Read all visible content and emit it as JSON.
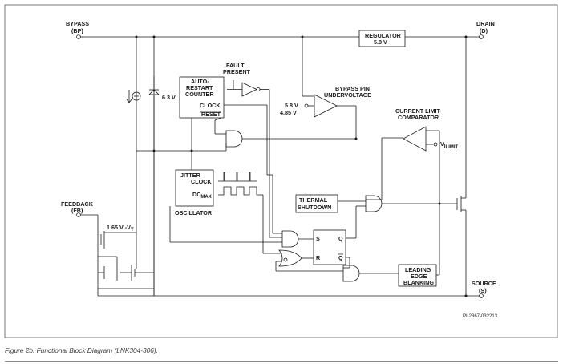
{
  "pins": {
    "bypass": {
      "name": "BYPASS",
      "abbr": "(BP)"
    },
    "drain": {
      "name": "DRAIN",
      "abbr": "(D)"
    },
    "feedback": {
      "name": "FEEDBACK",
      "abbr": "(FB)"
    },
    "source": {
      "name": "SOURCE",
      "abbr": "(S)"
    }
  },
  "blocks": {
    "regulator": {
      "line1": "REGULATOR",
      "line2": "5.8 V"
    },
    "auto_restart": {
      "line1": "AUTO-",
      "line2": "RESTART",
      "line3": "COUNTER",
      "clock": "CLOCK",
      "reset": "RESET"
    },
    "fault": {
      "line1": "FAULT",
      "line2": "PRESENT"
    },
    "bypass_uv": {
      "line1": "BYPASS PIN",
      "line2": "UNDERVOLTAGE",
      "v1": "5.8 V",
      "v2": "4.85 V"
    },
    "current_limit": {
      "line1": "CURRENT LIMIT",
      "line2": "COMPARATOR",
      "vref": "V",
      "vref_sub": "I",
      "vref_sub2": "LIMIT"
    },
    "zener": {
      "label": "6.3 V"
    },
    "oscillator": {
      "line1": "JITTER",
      "line2": "CLOCK",
      "dc": "DC",
      "dc_sub": "MAX",
      "name": "OSCILLATOR"
    },
    "thermal": {
      "line1": "THERMAL",
      "line2": "SHUTDOWN"
    },
    "flipflop": {
      "s": "S",
      "r": "R",
      "q": "Q",
      "qbar": "Q"
    },
    "leb": {
      "line1": "LEADING",
      "line2": "EDGE",
      "line3": "BLANKING"
    },
    "fb_ref": {
      "label": "1.65 V -V",
      "sub": "T"
    }
  },
  "part_id": "PI-2367-032213",
  "caption": "Figure 2b.   Functional Block Diagram (LNK304-306)."
}
